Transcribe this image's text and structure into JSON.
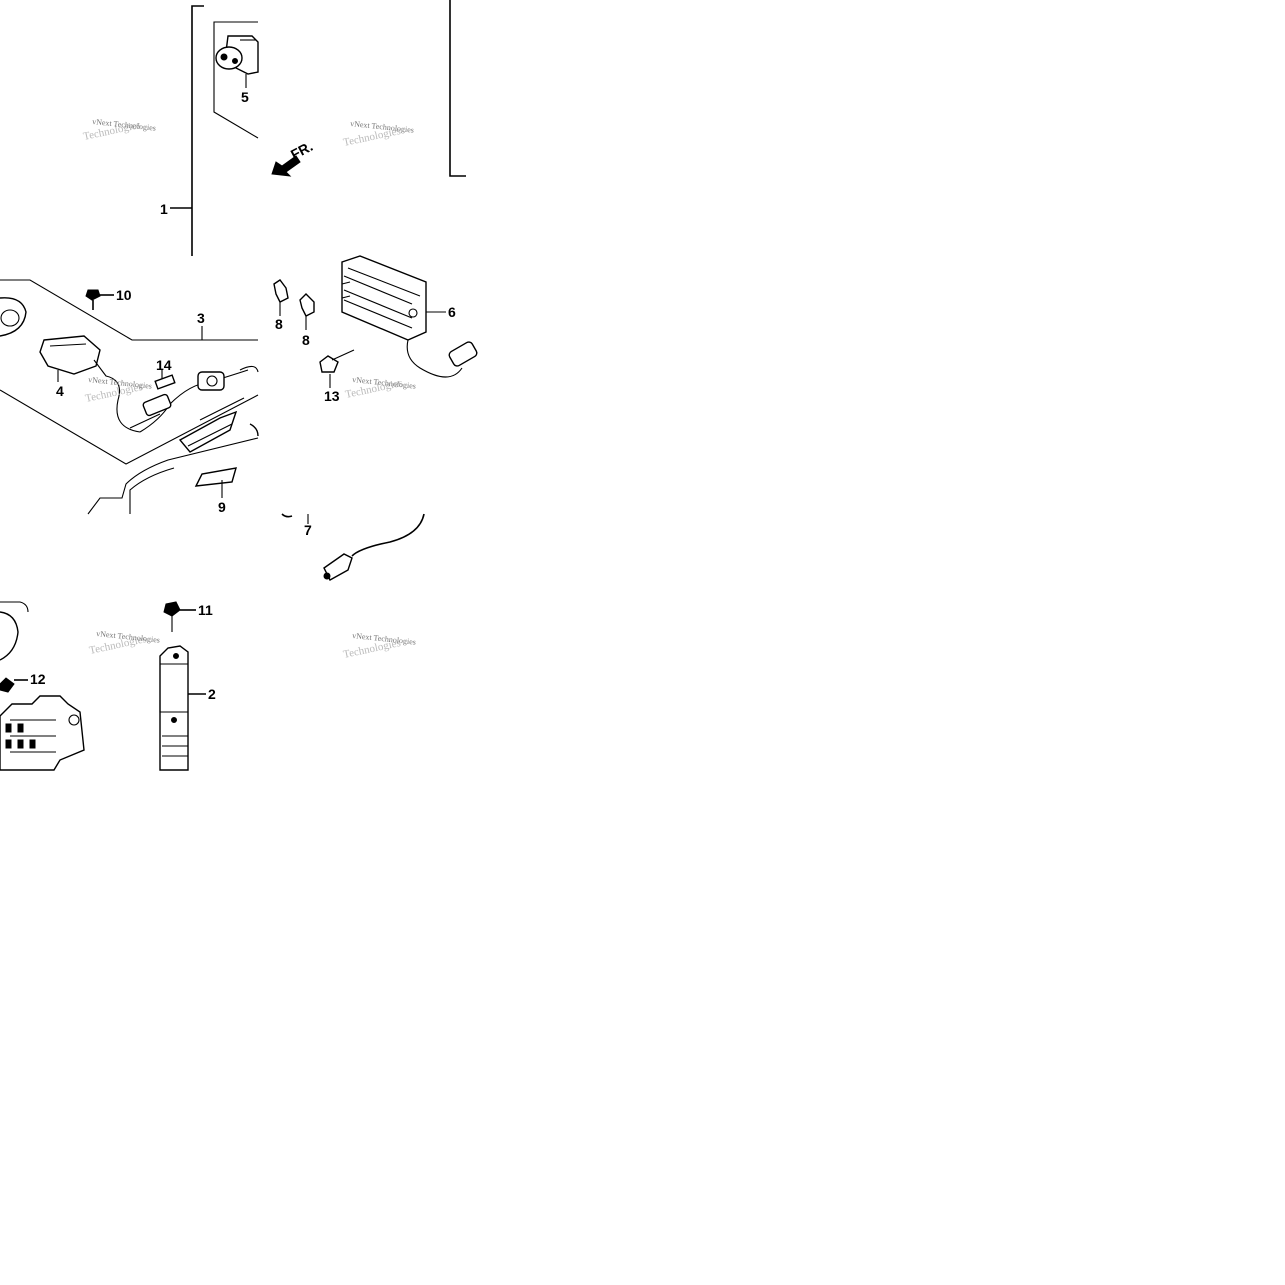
{
  "callouts": {
    "c1": "1",
    "c2": "2",
    "c3": "3",
    "c4": "4",
    "c5": "5",
    "c6": "6",
    "c7": "7",
    "c8a": "8",
    "c8b": "8",
    "c9": "9",
    "c10": "10",
    "c11": "11",
    "c12": "12",
    "c13": "13",
    "c14": "14"
  },
  "front_arrow": {
    "label": "FR.",
    "icon": "front-arrow-icon"
  },
  "watermark": {
    "line1": "vNext Technologies",
    "line2": "Technologies"
  }
}
